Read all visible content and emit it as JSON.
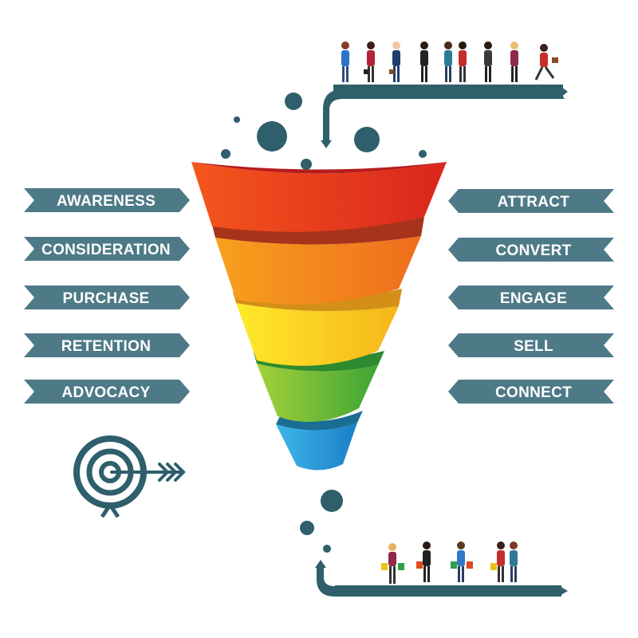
{
  "left_stages": [
    "AWARENESS",
    "CONSIDERATION",
    "PURCHASE",
    "RETENTION",
    "ADVOCACY"
  ],
  "right_stages": [
    "ATTRACT",
    "CONVERT",
    "ENGAGE",
    "SELL",
    "CONNECT"
  ],
  "colors": {
    "banner": "#4e7a87",
    "pipe": "#2e5f6b",
    "bubble": "#2e5f6b",
    "funnel_layers": [
      "#e5361f",
      "#f3801d",
      "#f7d21c",
      "#6fbf2c",
      "#1996d6"
    ]
  },
  "icons": [
    "target-icon",
    "arrow-icon",
    "person-icon",
    "shopping-bag-icon",
    "briefcase-icon"
  ]
}
